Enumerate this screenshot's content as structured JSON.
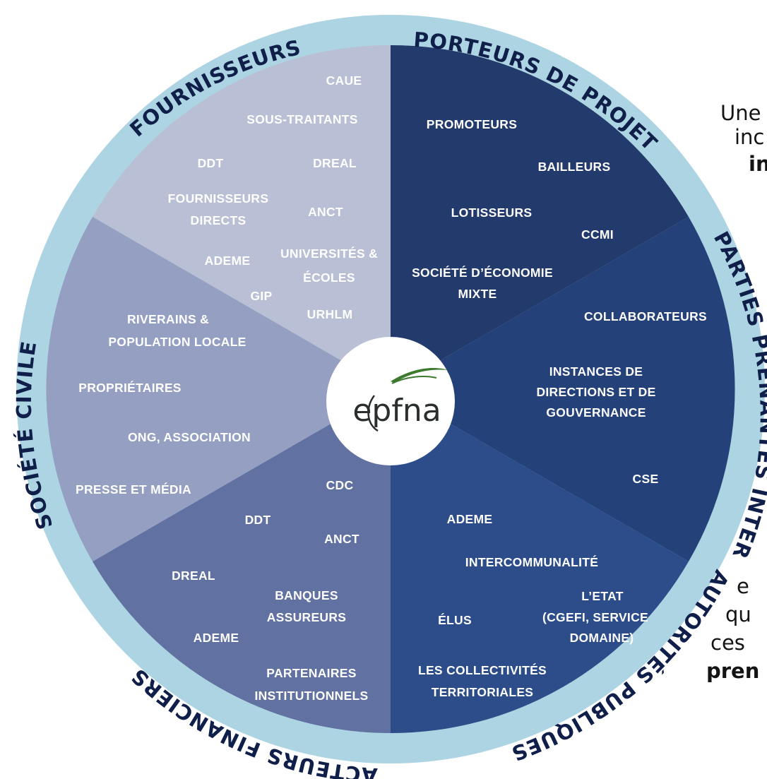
{
  "colors": {
    "ring": "#add4e3",
    "fournisseurs": "#b9bfd4",
    "porteurs": "#223a6c",
    "parties": "#24417a",
    "autorites": "#2c4d89",
    "acteurs": "#6171a1",
    "societe": "#949fc1",
    "logo_green": "#3d7a2e"
  },
  "sectors": [
    {
      "id": "fournisseurs",
      "title": "FOURNISSEURS",
      "items": [
        "CAUE",
        "SOUS-TRAITANTS",
        "DDT",
        "DREAL",
        "FOURNISSEURS",
        "DIRECTS",
        "ANCT",
        "ADEME",
        "UNIVERSITÉS &",
        "ÉCOLES",
        "GIP",
        "URHLM"
      ]
    },
    {
      "id": "porteurs",
      "title": "PORTEURS DE PROJET",
      "items": [
        "PROMOTEURS",
        "BAILLEURS",
        "LOTISSEURS",
        "CCMI",
        "SOCIÉTÉ D’ÉCONOMIE",
        "MIXTE"
      ]
    },
    {
      "id": "parties",
      "title": "PARTIES PRENANTES INTERNES",
      "items": [
        "COLLABORATEURS",
        "INSTANCES DE",
        "DIRECTIONS ET DE",
        "GOUVERNANCE",
        "CSE"
      ]
    },
    {
      "id": "autorites",
      "title": "AUTORITÉS PUBLIQUES",
      "items": [
        "ADEME",
        "INTERCOMMUNALITÉ",
        "L’ETAT",
        "(CGEFI, SERVICE",
        "DOMAINE)",
        "ÉLUS",
        "LES COLLECTIVITÉS",
        "TERRITORIALES"
      ]
    },
    {
      "id": "acteurs",
      "title": "ACTEURS FINANCIERS",
      "items": [
        "CDC",
        "DDT",
        "ANCT",
        "DREAL",
        "BANQUES",
        "ASSUREURS",
        "ADEME",
        "PARTENAIRES",
        "INSTITUTIONNELS"
      ]
    },
    {
      "id": "societe",
      "title": "SOCIÉTÉ CIVILE",
      "items": [
        "RIVERAINS &",
        "POPULATION LOCALE",
        "PROPRIÉTAIRES",
        "ONG, ASSOCIATION",
        "PRESSE ET MÉDIA"
      ]
    }
  ],
  "logo": {
    "text": "epfna",
    "icon": "epfna-logo-icon"
  },
  "side_text": {
    "top": [
      "Une",
      "inc",
      "in"
    ],
    "bottom": [
      "e",
      "qu",
      "ces",
      "pren"
    ]
  }
}
